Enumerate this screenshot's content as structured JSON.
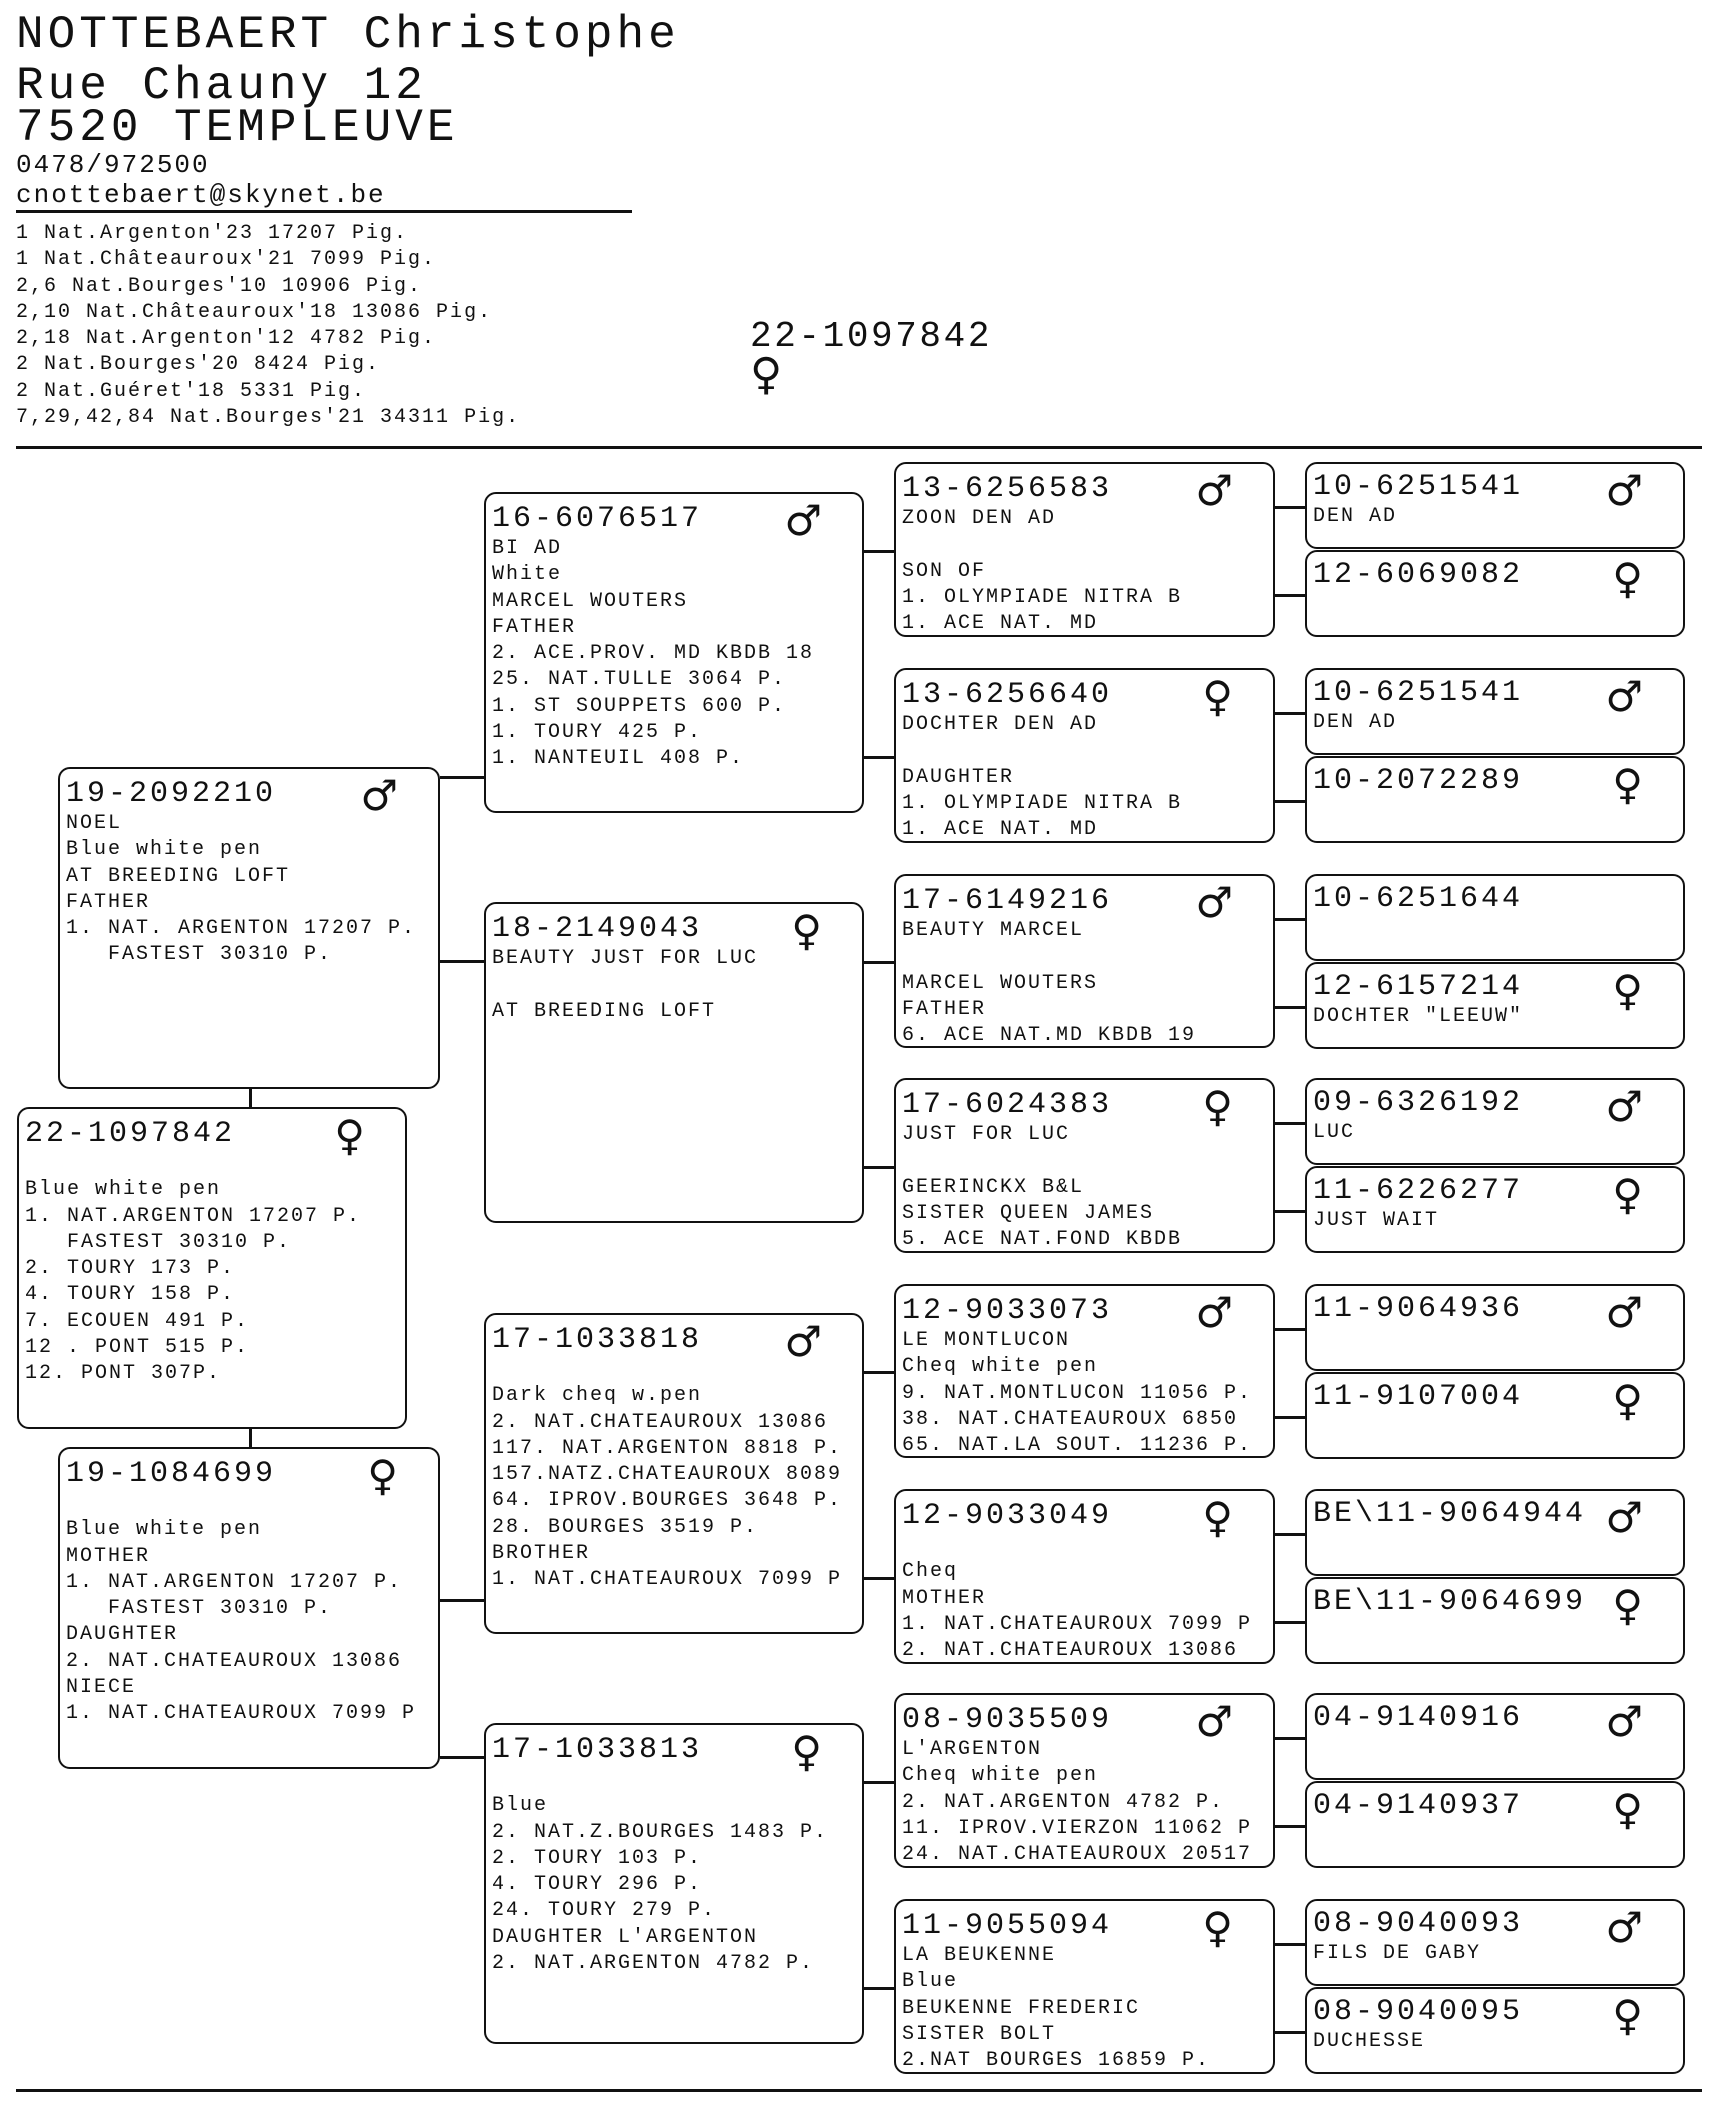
{
  "owner": {
    "name": "NOTTEBAERT Christophe",
    "street": "Rue Chauny 12",
    "city": "7520 TEMPLEUVE",
    "phone": "0478/972500",
    "email": "cnottebaert@skynet.be"
  },
  "achievements": [
    "1 Nat.Argenton'23 17207 Pig.",
    "1 Nat.Châteauroux'21 7099 Pig.",
    "2,6 Nat.Bourges'10 10906 Pig.",
    "2,10 Nat.Châteauroux'18 13086 Pig.",
    "2,18 Nat.Argenton'12 4782 Pig.",
    "2 Nat.Bourges'20 8424 Pig.",
    "2 Nat.Guéret'18 5331 Pig.",
    "7,29,42,84 Nat.Bourges'21 34311 Pig."
  ],
  "subject": {
    "ring": "22-1097842",
    "sex_symbol": "♀"
  },
  "pedigree": {
    "gen1": [
      {
        "id": "22-1097842",
        "sex": "♀",
        "lines": [
          "",
          "Blue white pen",
          "1. NAT.ARGENTON 17207 P.",
          "   FASTEST 30310 P.",
          "2. TOURY 173 P.",
          "4. TOURY 158 P.",
          "7. ECOUEN 491 P.",
          "12 . PONT 515 P.",
          "12. PONT 307P."
        ]
      }
    ],
    "gen2": [
      {
        "id": "19-2092210",
        "sex": "♂",
        "lines": [
          "NOEL",
          "Blue white pen",
          "AT BREEDING LOFT",
          "FATHER",
          "1. NAT. ARGENTON 17207 P.",
          "   FASTEST 30310 P."
        ]
      },
      {
        "id": "19-1084699",
        "sex": "♀",
        "lines": [
          "",
          "Blue white pen",
          "MOTHER",
          "1. NAT.ARGENTON 17207 P.",
          "   FASTEST 30310 P.",
          "DAUGHTER",
          "2. NAT.CHATEAUROUX 13086",
          "NIECE",
          "1. NAT.CHATEAUROUX 7099 P"
        ]
      }
    ],
    "gen3": [
      {
        "id": "16-6076517",
        "sex": "♂",
        "lines": [
          "BI AD",
          "White",
          "MARCEL WOUTERS",
          "FATHER",
          "2. ACE.PROV. MD KBDB 18",
          "25. NAT.TULLE 3064 P.",
          "1. ST SOUPPETS 600 P.",
          "1. TOURY 425 P.",
          "1. NANTEUIL 408 P."
        ]
      },
      {
        "id": "18-2149043",
        "sex": "♀",
        "lines": [
          "BEAUTY JUST FOR LUC",
          "",
          "AT BREEDING LOFT"
        ]
      },
      {
        "id": "17-1033818",
        "sex": "♂",
        "lines": [
          "",
          "Dark cheq w.pen",
          "2. NAT.CHATEAUROUX 13086",
          "117. NAT.ARGENTON 8818 P.",
          "157.NATZ.CHATEAUROUX 8089",
          "64. IPROV.BOURGES 3648 P.",
          "28. BOURGES 3519 P.",
          "BROTHER",
          "1. NAT.CHATEAUROUX 7099 P"
        ]
      },
      {
        "id": "17-1033813",
        "sex": "♀",
        "lines": [
          "",
          "Blue",
          "2. NAT.Z.BOURGES 1483 P.",
          "2. TOURY 103 P.",
          "4. TOURY 296 P.",
          "24. TOURY 279 P.",
          "DAUGHTER L'ARGENTON",
          "2. NAT.ARGENTON 4782 P."
        ]
      }
    ],
    "gen4": [
      {
        "id": "13-6256583",
        "sex": "♂",
        "lines": [
          "ZOON DEN AD",
          "",
          "SON OF",
          "1. OLYMPIADE NITRA B",
          "1. ACE NAT. MD"
        ]
      },
      {
        "id": "13-6256640",
        "sex": "♀",
        "lines": [
          "DOCHTER DEN AD",
          "",
          "DAUGHTER",
          "1. OLYMPIADE NITRA B",
          "1. ACE NAT. MD"
        ]
      },
      {
        "id": "17-6149216",
        "sex": "♂",
        "lines": [
          "BEAUTY MARCEL",
          "",
          "MARCEL WOUTERS",
          "FATHER",
          "6. ACE NAT.MD KBDB 19"
        ]
      },
      {
        "id": "17-6024383",
        "sex": "♀",
        "lines": [
          "JUST FOR LUC",
          "",
          "GEERINCKX B&L",
          "SISTER QUEEN JAMES",
          "5. ACE NAT.FOND KBDB"
        ]
      },
      {
        "id": "12-9033073",
        "sex": "♂",
        "lines": [
          "LE MONTLUCON",
          "Cheq white pen",
          "9. NAT.MONTLUCON 11056 P.",
          "38. NAT.CHATEAUROUX 6850",
          "65. NAT.LA SOUT. 11236 P."
        ]
      },
      {
        "id": "12-9033049",
        "sex": "♀",
        "lines": [
          "",
          "Cheq",
          "MOTHER",
          "1. NAT.CHATEAUROUX 7099 P",
          "2. NAT.CHATEAUROUX 13086"
        ]
      },
      {
        "id": "08-9035509",
        "sex": "♂",
        "lines": [
          "L'ARGENTON",
          "Cheq white pen",
          "2. NAT.ARGENTON 4782 P.",
          "11. IPROV.VIERZON 11062 P",
          "24. NAT.CHATEAUROUX 20517"
        ]
      },
      {
        "id": "11-9055094",
        "sex": "♀",
        "lines": [
          "LA BEUKENNE",
          "Blue",
          "BEUKENNE FREDERIC",
          "SISTER BOLT",
          "2.NAT BOURGES 16859 P."
        ]
      }
    ],
    "gen5": [
      {
        "id": "10-6251541",
        "sex": "♂",
        "lines": [
          "DEN AD"
        ]
      },
      {
        "id": "12-6069082",
        "sex": "♀",
        "lines": []
      },
      {
        "id": "10-6251541",
        "sex": "♂",
        "lines": [
          "DEN AD"
        ]
      },
      {
        "id": "10-2072289",
        "sex": "♀",
        "lines": []
      },
      {
        "id": "10-6251644",
        "sex": "",
        "lines": []
      },
      {
        "id": "12-6157214",
        "sex": "♀",
        "lines": [
          "DOCHTER \"LEEUW\""
        ]
      },
      {
        "id": "09-6326192",
        "sex": "♂",
        "lines": [
          "LUC"
        ]
      },
      {
        "id": "11-6226277",
        "sex": "♀",
        "lines": [
          "JUST WAIT"
        ]
      },
      {
        "id": "11-9064936",
        "sex": "♂",
        "lines": []
      },
      {
        "id": "11-9107004",
        "sex": "♀",
        "lines": []
      },
      {
        "id": "BE\\11-9064944",
        "sex": "♂",
        "lines": []
      },
      {
        "id": "BE\\11-9064699",
        "sex": "♀",
        "lines": []
      },
      {
        "id": "04-9140916",
        "sex": "♂",
        "lines": []
      },
      {
        "id": "04-9140937",
        "sex": "♀",
        "lines": []
      },
      {
        "id": "08-9040093",
        "sex": "♂",
        "lines": [
          "FILS DE GABY"
        ]
      },
      {
        "id": "08-9040095",
        "sex": "♀",
        "lines": [
          "DUCHESSE"
        ]
      }
    ]
  }
}
